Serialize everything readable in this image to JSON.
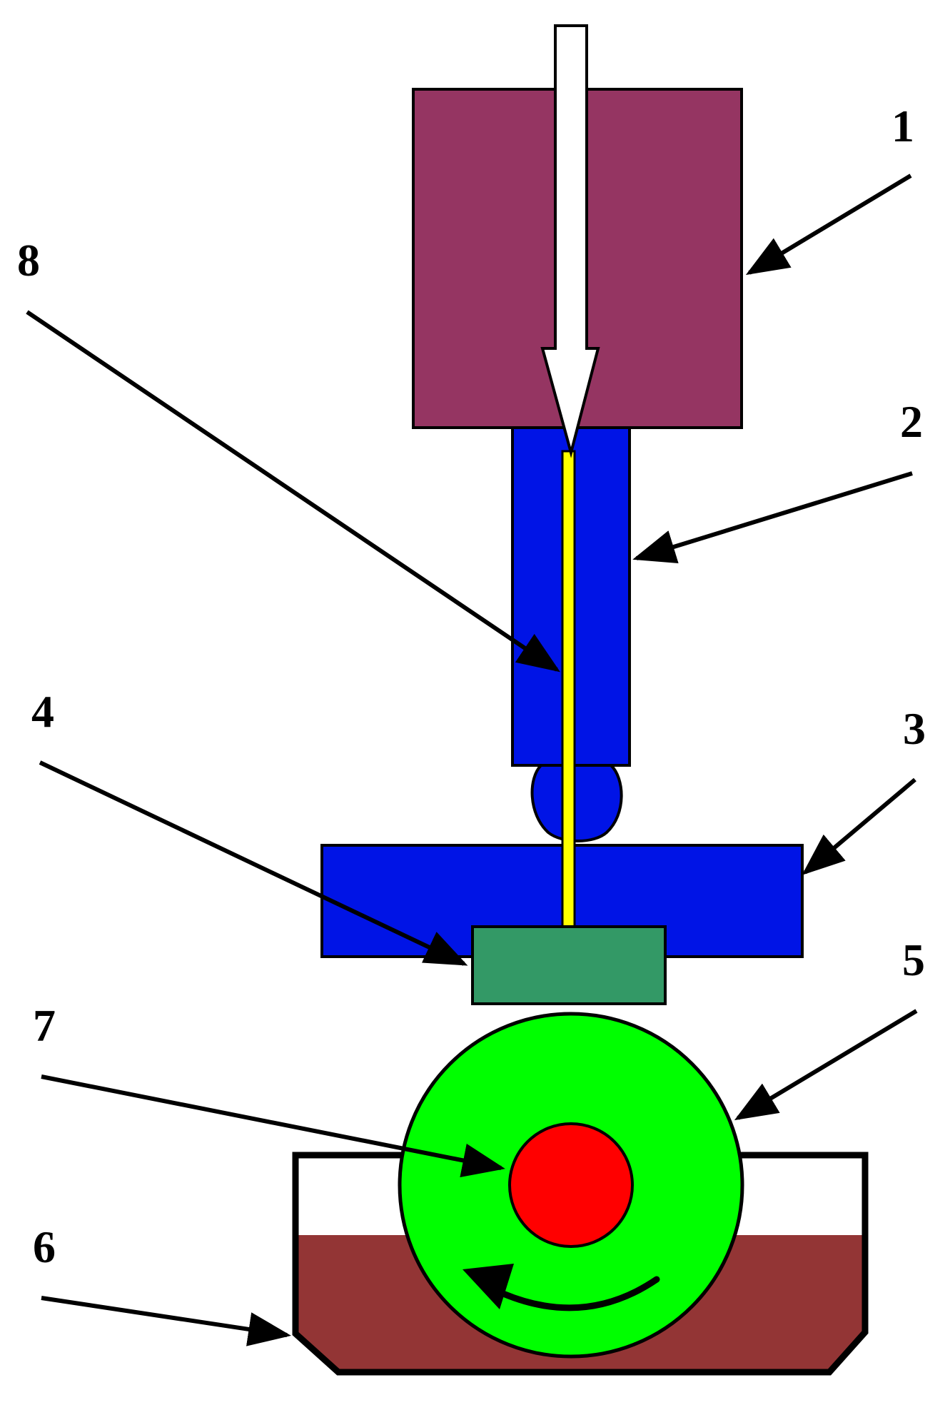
{
  "labels": {
    "l1": "1",
    "l2": "2",
    "l3": "3",
    "l4": "4",
    "l5": "5",
    "l6": "6",
    "l7": "7",
    "l8": "8"
  },
  "colors": {
    "part1": "#953562",
    "blue": "#0014e6",
    "yellow": "#ffff00",
    "part4": "#339966",
    "part5": "#00ff00",
    "part7": "#ff0000",
    "liquid": "#933535",
    "white": "#ffffff",
    "outline": "#000000"
  }
}
